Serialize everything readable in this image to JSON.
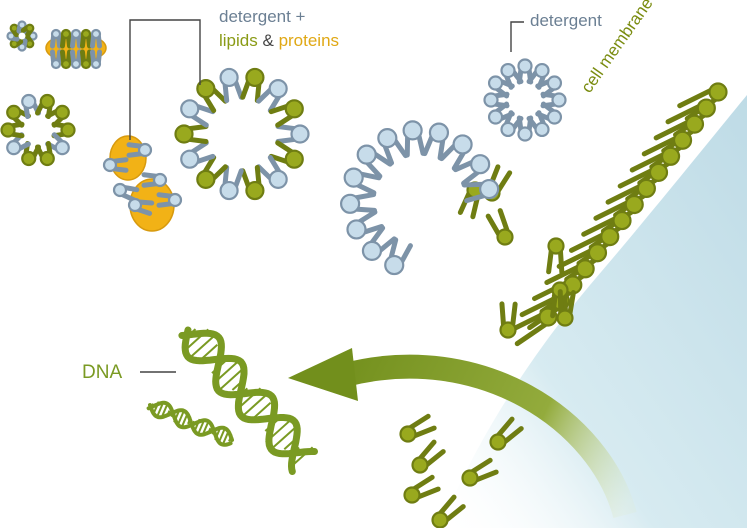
{
  "labels": {
    "detergent_plus": "detergent +",
    "lipids": "lipids",
    "amp": "&",
    "proteins": "proteins",
    "detergent": "detergent",
    "dna": "DNA",
    "cell_membrane": "cell membrane"
  },
  "colors": {
    "detergent": "#7d93a8",
    "detergent_head": "#c7dcea",
    "lipid": "#6f7d12",
    "lipid_head": "#99a91e",
    "protein": "#f2b216",
    "dna": "#7a9a23",
    "cell": "#cfe6ee",
    "arrow": "#7f9a2a",
    "label_line": "#444444",
    "label_detergent": "#6b7f93",
    "label_lipid": "#8a9b16",
    "label_protein": "#e0a815",
    "label_dna": "#7a9a23"
  }
}
